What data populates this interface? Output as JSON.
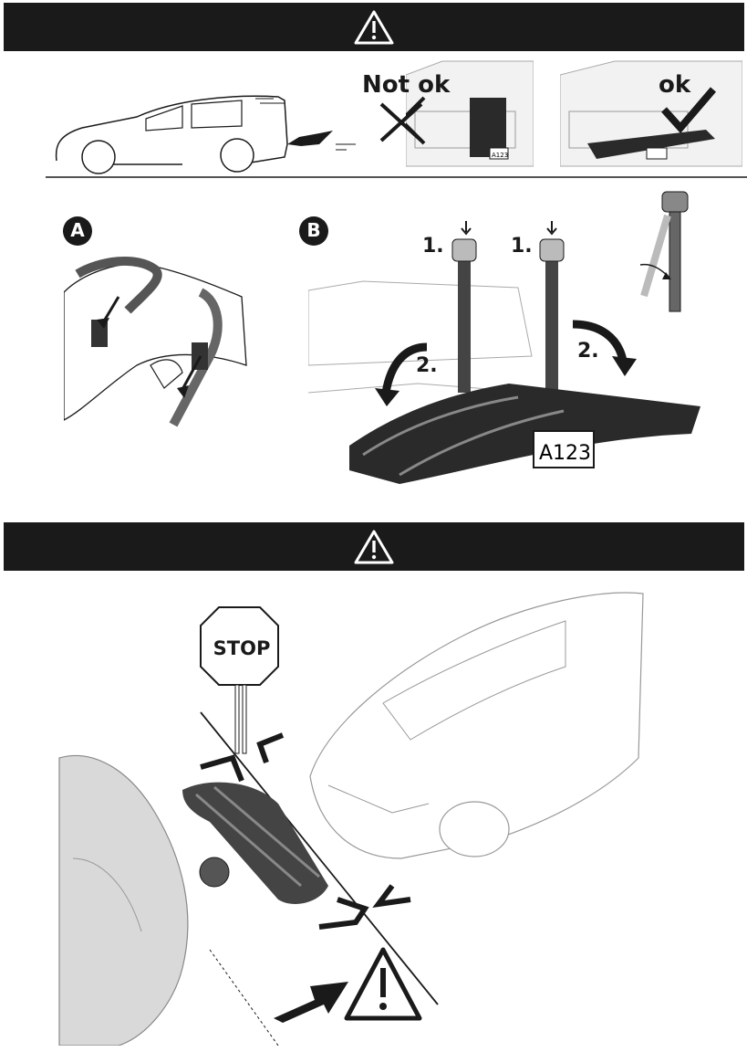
{
  "warning_bands": [
    {
      "icon": "warning-triangle-icon"
    },
    {
      "icon": "warning-triangle-icon"
    }
  ],
  "top_panel": {
    "not_ok_label": "Not ok",
    "ok_label": "ok",
    "plate_small": "A123"
  },
  "steps": {
    "A": {
      "badge": "A"
    },
    "B": {
      "badge": "B",
      "step1_left": "1.",
      "step1_right": "1.",
      "step2_left": "2.",
      "step2_right": "2.",
      "plate": "A123"
    }
  },
  "road_scene": {
    "sign_text": "STOP"
  },
  "colors": {
    "band": "#1a1a1a",
    "line": "#1a1a1a",
    "car_fill": "#d9d9d9"
  }
}
